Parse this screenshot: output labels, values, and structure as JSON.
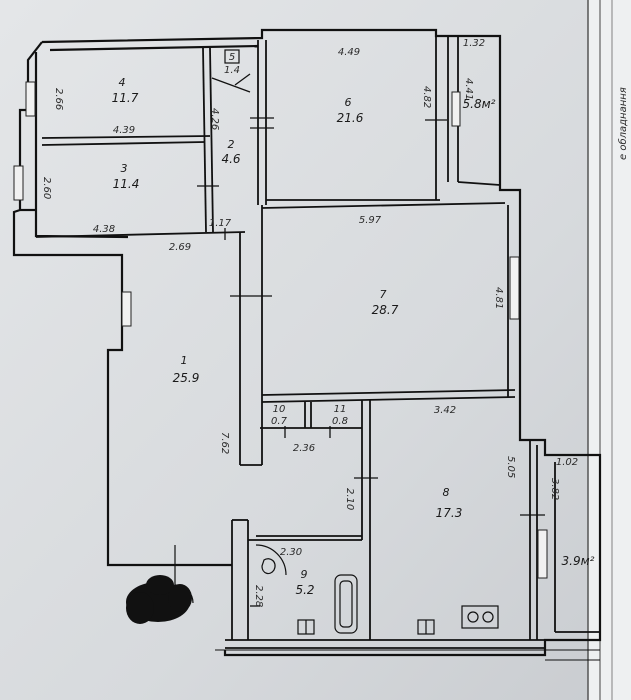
{
  "rooms": [
    {
      "id": "4",
      "area": "11.7"
    },
    {
      "id": "3",
      "area": "11.4"
    },
    {
      "id": "5",
      "area": "1.4"
    },
    {
      "id": "2",
      "area": "4.6"
    },
    {
      "id": "6",
      "area": "21.6"
    },
    {
      "id": "balcony_top",
      "area": "5.8м²"
    },
    {
      "id": "7",
      "area": "28.7"
    },
    {
      "id": "1",
      "area": "25.9"
    },
    {
      "id": "10",
      "area": "0.7"
    },
    {
      "id": "11",
      "area": "0.8"
    },
    {
      "id": "8",
      "area": "17.3"
    },
    {
      "id": "9",
      "area": "5.2"
    },
    {
      "id": "balcony_bottom",
      "area": "3.9м²"
    }
  ],
  "dimensions": {
    "d_4_49": "4.49",
    "d_1_32": "1.32",
    "d_4_41": "4.41",
    "d_4_82": "4.82",
    "d_2_66": "2.66",
    "d_4_39": "4.39",
    "d_4_26": "4.26",
    "d_2_60": "2.60",
    "d_4_38": "4.38",
    "d_1_17": "1.17",
    "d_2_69": "2.69",
    "d_5_97": "5.97",
    "d_4_81": "4.81",
    "d_7_62": "7.62",
    "d_2_36": "2.36",
    "d_3_42": "3.42",
    "d_5_05": "5.05",
    "d_1_02": "1.02",
    "d_3_82": "3.82",
    "d_2_10": "2.10",
    "d_2_30": "2.30",
    "d_2_28": "2.28"
  },
  "side_note": "е обладнання"
}
